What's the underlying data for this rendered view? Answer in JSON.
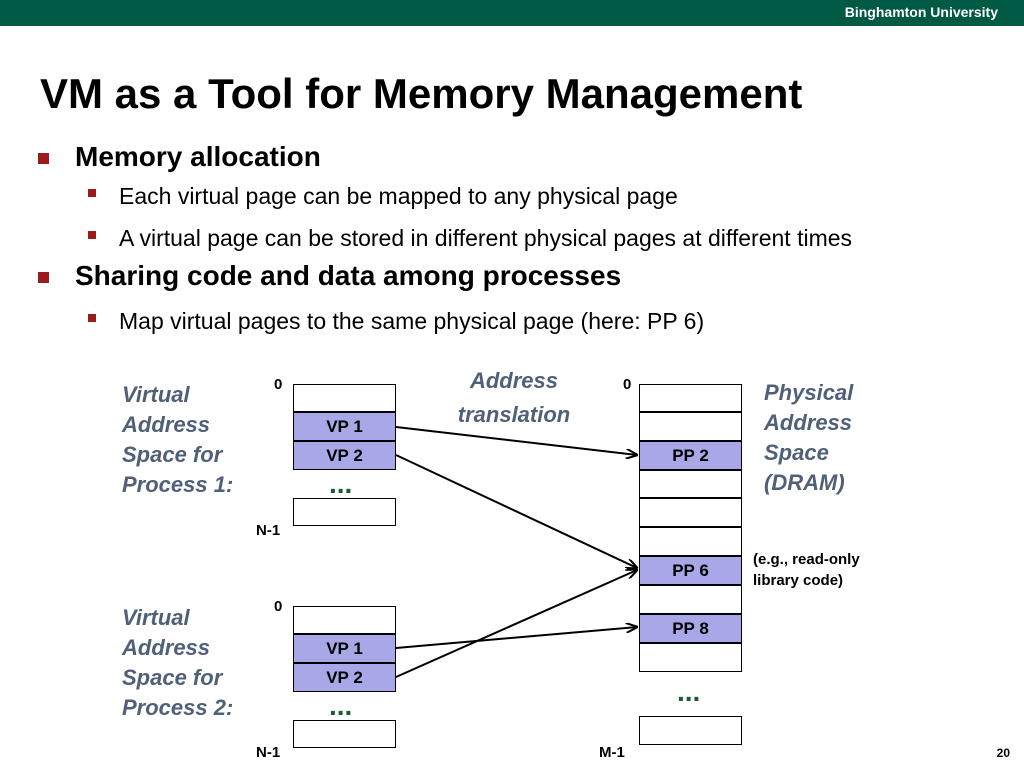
{
  "header": {
    "university": "Binghamton University"
  },
  "slide": {
    "title": "VM as a Tool for Memory Management",
    "bullets": [
      {
        "text": "Memory allocation",
        "sub": [
          "Each virtual page can be mapped to any physical page",
          "A virtual page can be stored in different physical pages at different times"
        ]
      },
      {
        "text": "Sharing code and data among processes",
        "sub": [
          "Map virtual pages to the same physical page (here: PP 6)"
        ]
      }
    ],
    "page_number": "20"
  },
  "diagram": {
    "process1_label": [
      "Virtual",
      "Address",
      "Space for",
      "Process 1:"
    ],
    "process2_label": [
      "Virtual",
      "Address",
      "Space for",
      "Process 2:"
    ],
    "physical_label": [
      "Physical",
      "Address",
      "Space",
      "(DRAM)"
    ],
    "translation_label": [
      "Address",
      "translation"
    ],
    "p1": {
      "top": "0",
      "bottom": "N-1",
      "vp1": "VP 1",
      "vp2": "VP 2",
      "ellipsis": "..."
    },
    "p2": {
      "top": "0",
      "bottom": "N-1",
      "vp1": "VP 1",
      "vp2": "VP 2",
      "ellipsis": "..."
    },
    "phys": {
      "top": "0",
      "bottom": "M-1",
      "pp2": "PP 2",
      "pp6": "PP 6",
      "pp8": "PP 8",
      "ellipsis": "..."
    },
    "pp6_note": [
      "(e.g., read-only",
      "library code)"
    ],
    "mappings": [
      {
        "from": "P1 VP 1",
        "to": "PP 2"
      },
      {
        "from": "P1 VP 2",
        "to": "PP 6"
      },
      {
        "from": "P2 VP 1",
        "to": "PP 8"
      },
      {
        "from": "P2 VP 2",
        "to": "PP 6"
      }
    ],
    "colors": {
      "page_fill": "#a8a8e8",
      "label_text": "#4f6078",
      "ellipsis": "#1a5c2e",
      "header_bar": "#005a43",
      "bullet": "#9b1b1b"
    }
  }
}
